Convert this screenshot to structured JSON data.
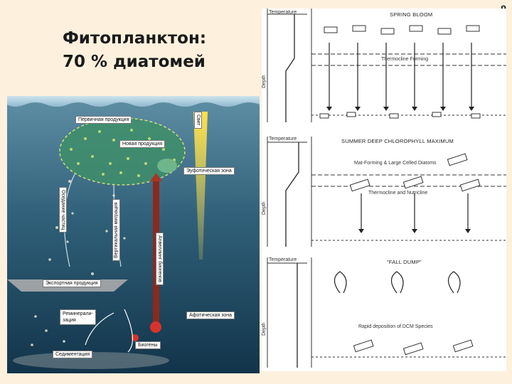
{
  "page_number": "9",
  "title_line1": "Фитопланктон:",
  "title_line2": "70 % диатомей",
  "left_diagram": {
    "primary_production": "Первичная продукция",
    "light": "Свет",
    "new_production": "Новая продукция",
    "euphotic_zone": "Эуфотическая зона",
    "particle_sinking": "Оседание частиц",
    "vertical_migration": "Вертикальная миграция",
    "biogenic_uplift": "Апвеллинг биогенов",
    "export_production": "Экспортная продукция",
    "remineralization_1": "Реминерали-",
    "remineralization_2": "зация",
    "aphotic_zone": "Афотическая зона",
    "biogens": "Биогены",
    "sedimentation": "Седиментация"
  },
  "right_diagram": {
    "panels": [
      {
        "title": "SPRING BLOOM",
        "temperature": "Temperature",
        "depth": "Depth",
        "annotation": "Thermocline Forming"
      },
      {
        "title": "SUMMER DEEP CHLOROPHYLL MAXIMUM",
        "temperature": "Temperature",
        "depth": "Depth",
        "annotation": "Mat-Forming & Large Celled Diatoms",
        "annotation2": "Thermocline and Nutricline"
      },
      {
        "title": "\"FALL DUMP\"",
        "temperature": "Temperature",
        "depth": "Depth",
        "annotation": "Rapid deposition of DCM Species"
      }
    ]
  }
}
